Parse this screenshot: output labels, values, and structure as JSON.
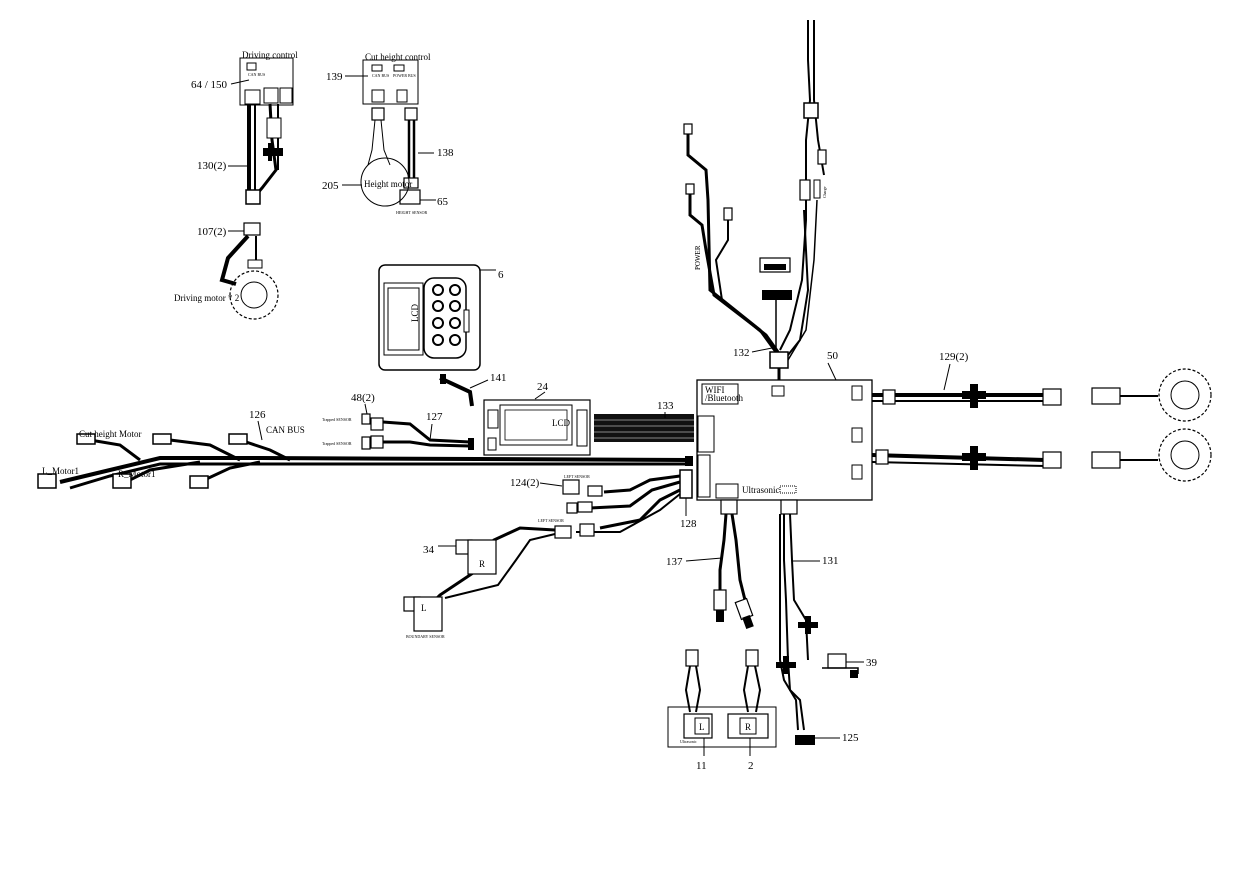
{
  "labels": {
    "part_64_150": "64 / 150",
    "driving_control": "Driving control",
    "can_bus_small_a": "CAN BUS",
    "part_139": "139",
    "cut_height_control": "Cut height control",
    "can_bus_small_b": "CAN BUS",
    "power_bus": "POWER BUS",
    "part_138": "138",
    "part_130": "130(2)",
    "part_205": "205",
    "height_motor": "Height motor",
    "part_65": "65",
    "height_sensor": "HEIGHT SENSOR",
    "part_107": "107(2)",
    "driving_motor": "Driving motor * 2",
    "part_6": "6",
    "lcd_a": "LCD",
    "part_141": "141",
    "part_48": "48(2)",
    "part_24": "24",
    "lcd_b": "LCD",
    "part_133": "133",
    "part_126": "126",
    "can_bus": "CAN BUS",
    "part_127": "127",
    "trapped_sensor_a": "Trapped SENSOR",
    "trapped_sensor_b": "Trapped SENSOR",
    "cut_height_motor": "Cut height Motor",
    "l_motor": "L_Motor1",
    "r_motor": "R_Motor1",
    "part_124": "124(2)",
    "left_sensor_top": "LEFT SENSOR",
    "left_sensor_bottom": "LEFT SENSOR",
    "part_128": "128",
    "part_34": "34",
    "r_box": "R",
    "l_box": "L",
    "boundary_sensor": "BOUNDARY SENSOR",
    "part_132": "132",
    "power": "POWER",
    "part_50": "50",
    "wifi": "WIFI",
    "bluetooth": "/Bluetooth",
    "ultrasonic": "Ultrasonic",
    "part_129": "129(2)",
    "part_137": "137",
    "part_131": "131",
    "part_39": "39",
    "ultrasonic_small": "Ultrasonic",
    "l_ultra": "L",
    "r_ultra": "R",
    "part_11": "11",
    "part_2": "2",
    "part_125": "125",
    "charge": "Charge"
  }
}
